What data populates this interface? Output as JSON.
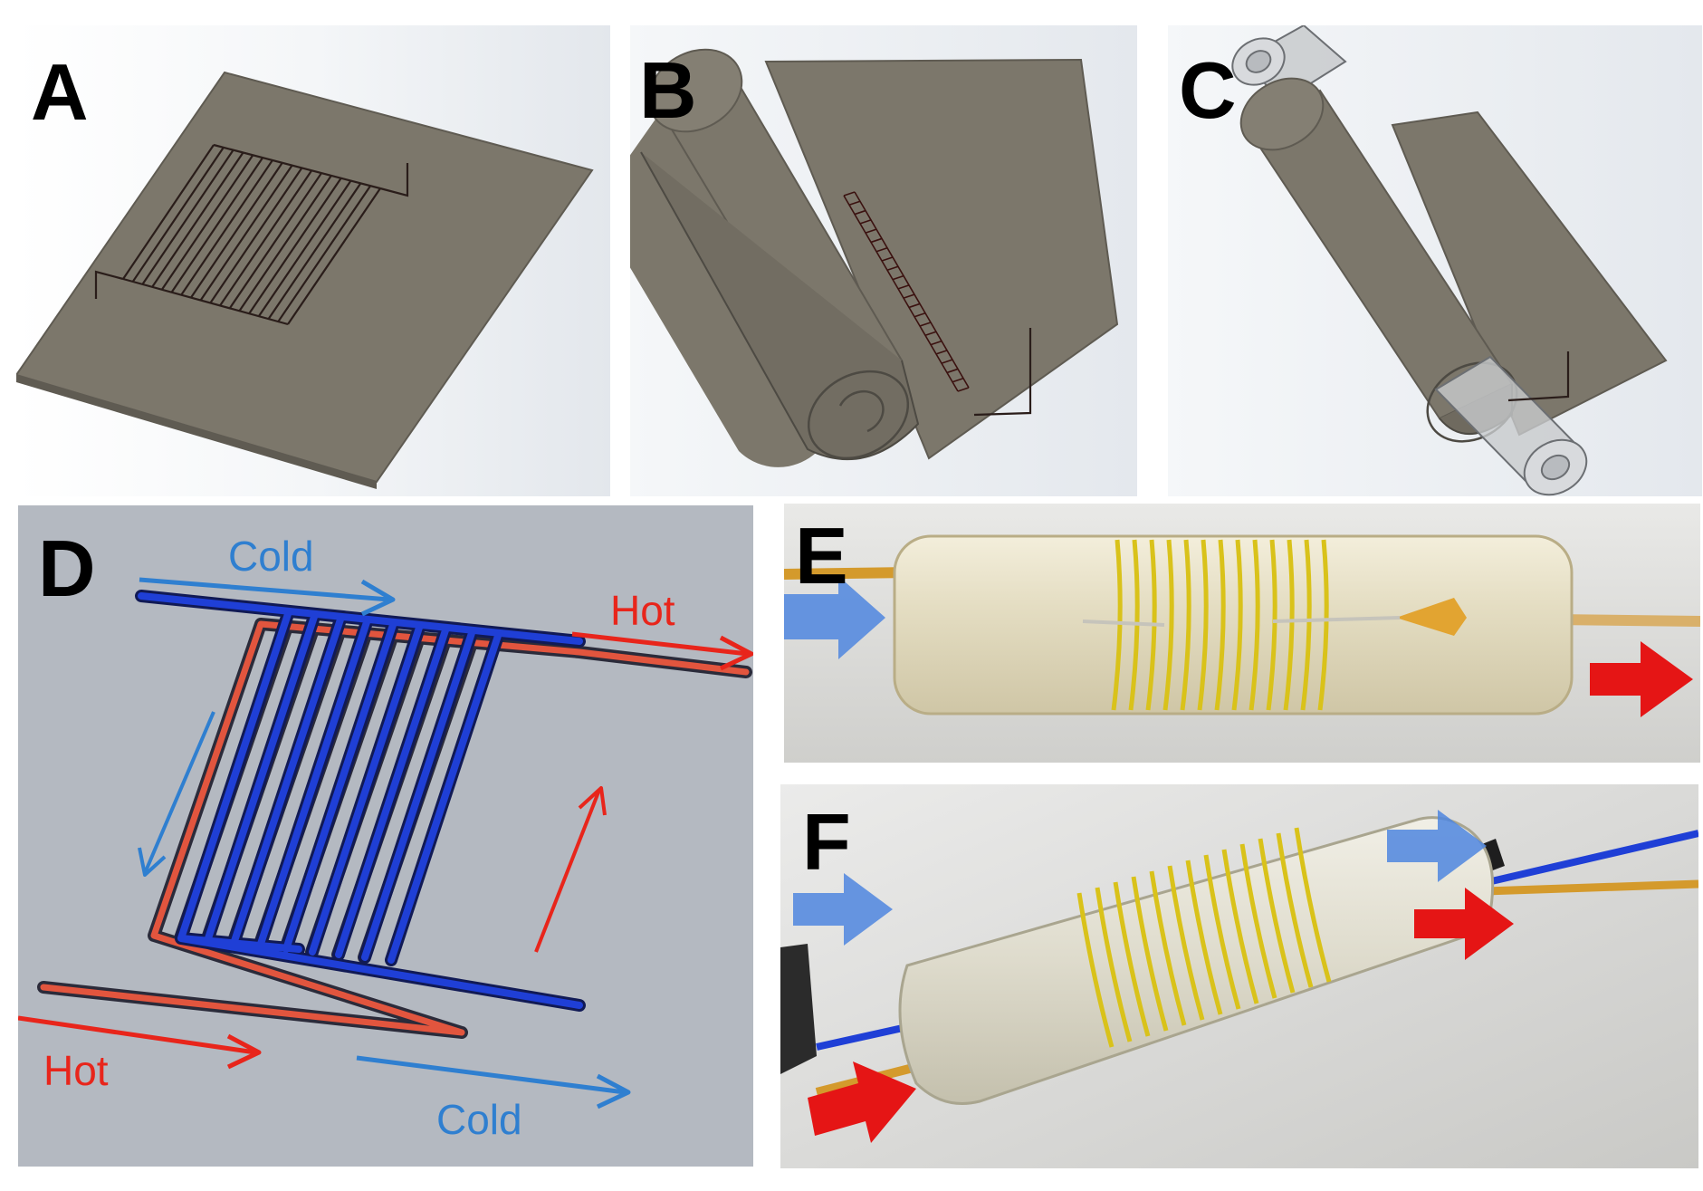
{
  "panels": {
    "a": {
      "label": "A"
    },
    "b": {
      "label": "B"
    },
    "c": {
      "label": "C"
    },
    "d": {
      "label": "D",
      "flow_labels": {
        "cold_top": "Cold",
        "hot_top": "Hot",
        "hot_bottom": "Hot",
        "cold_bottom": "Cold"
      }
    },
    "e": {
      "label": "E"
    },
    "f": {
      "label": "F"
    }
  },
  "colors": {
    "sheet": "#7c776b",
    "sheet_dark": "#5f5b52",
    "cad_bg": "#eef1f5",
    "diagram_bg": "#b4b9c1",
    "cold": "#1f3fd6",
    "cold_text": "#2f7fd0",
    "hot": "#e2553e",
    "hot_text": "#e8251b",
    "arrow_blue": "#4f86df",
    "arrow_red": "#e51515",
    "channel_yellow": "#d9c21a"
  }
}
